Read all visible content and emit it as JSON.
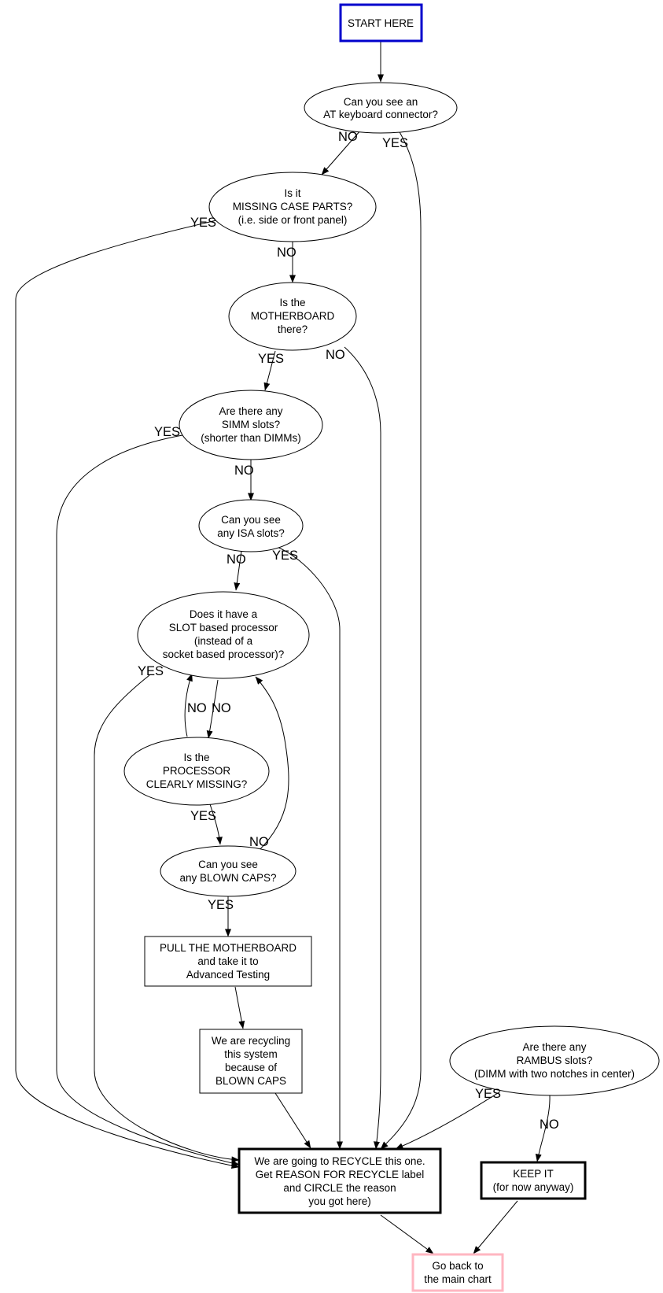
{
  "nodes": {
    "start": {
      "lines": [
        "START HERE"
      ],
      "border_color": "#0000cc"
    },
    "at_keyboard": {
      "lines": [
        "Can you see an",
        "AT keyboard connector?"
      ]
    },
    "missing_case": {
      "lines": [
        "Is it",
        "MISSING CASE PARTS?",
        "(i.e. side or front panel)"
      ]
    },
    "motherboard": {
      "lines": [
        "Is the",
        "MOTHERBOARD",
        "there?"
      ]
    },
    "simm": {
      "lines": [
        "Are there any",
        "SIMM slots?",
        "(shorter than DIMMs)"
      ]
    },
    "isa": {
      "lines": [
        "Can you see",
        "any ISA slots?"
      ]
    },
    "slot_processor": {
      "lines": [
        "Does it have a",
        "SLOT based processor",
        "(instead of a",
        "socket based processor)?"
      ]
    },
    "processor_missing": {
      "lines": [
        "Is the",
        "PROCESSOR",
        "CLEARLY MISSING?"
      ]
    },
    "blown_caps": {
      "lines": [
        "Can you see",
        "any BLOWN CAPS?"
      ]
    },
    "pull_motherboard": {
      "lines": [
        "PULL THE MOTHERBOARD",
        "and take it to",
        "Advanced Testing"
      ]
    },
    "recycling_caps": {
      "lines": [
        "We are recycling",
        "this system",
        "because of",
        "BLOWN CAPS"
      ]
    },
    "rambus": {
      "lines": [
        "Are there any",
        "RAMBUS slots?",
        "(DIMM with two notches in center)"
      ]
    },
    "recycle": {
      "lines": [
        "We are going to RECYCLE this one.",
        "Get REASON FOR RECYCLE label",
        "and CIRCLE the reason",
        "you got here)"
      ]
    },
    "keep": {
      "lines": [
        "KEEP IT",
        "(for now anyway)"
      ]
    },
    "back": {
      "lines": [
        "Go back to",
        "the main chart"
      ],
      "border_color": "#ffb6c1"
    }
  },
  "edge_labels": {
    "at_keyboard_no": "NO",
    "at_keyboard_yes": "YES",
    "missing_case_yes": "YES",
    "missing_case_no": "NO",
    "motherboard_yes": "YES",
    "motherboard_no": "NO",
    "simm_yes": "YES",
    "simm_no": "NO",
    "isa_no": "NO",
    "isa_yes": "YES",
    "slot_yes": "YES",
    "slot_no": "NO",
    "processor_missing_no": "NO",
    "processor_missing_yes": "YES",
    "blown_caps_no": "NO",
    "blown_caps_yes": "YES",
    "rambus_yes": "YES",
    "rambus_no": "NO"
  }
}
